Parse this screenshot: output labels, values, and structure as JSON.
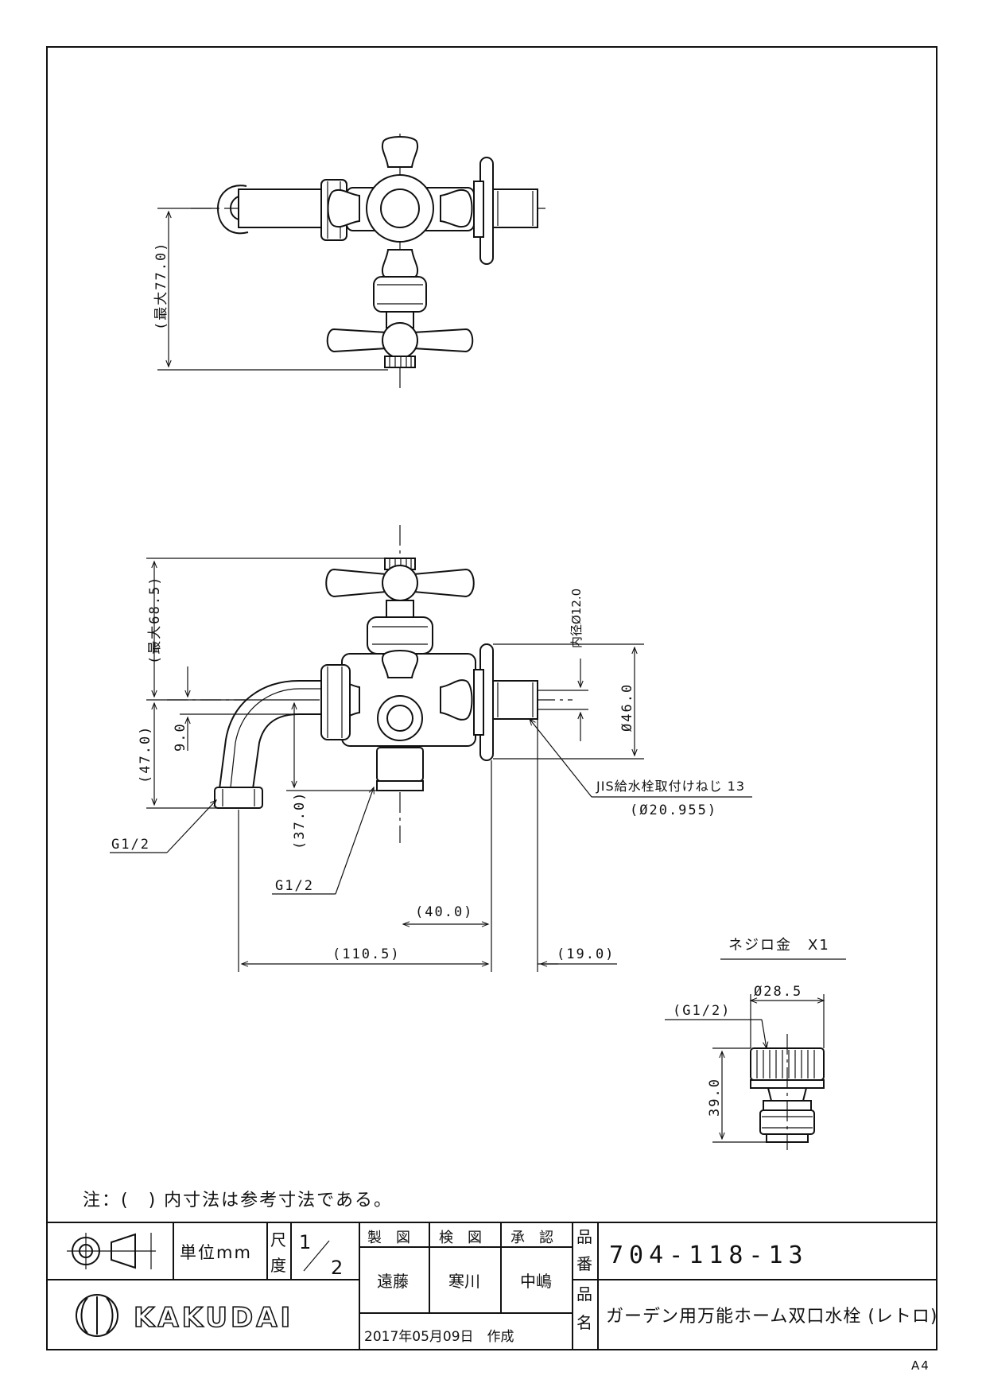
{
  "top_view": {
    "dim_max_height": "(最大77.0)"
  },
  "front_view": {
    "dim_max_height": "(最大68.5)",
    "dim_inner_dia": "内径Ø12.0",
    "dim_outer_dia": "Ø46.0",
    "dim_spout_height": "(47.0)",
    "dim_offset": "9.0",
    "dim_hose_height": "(37.0)",
    "label_thread_left": "G1/2",
    "label_thread_bottom": "G1/2",
    "label_jis": "JIS給水栓取付けねじ 13",
    "label_jis_dia": "(Ø20.955)",
    "dim_center_to_wall": "(40.0)",
    "dim_total_length": "(110.5)",
    "dim_wall_thread": "(19.0)"
  },
  "adapter": {
    "title": "ネジロ金　X1",
    "dim_dia": "Ø28.5",
    "thread": "(G1/2)",
    "dim_height": "39.0"
  },
  "note": "注：(　) 内寸法は参考寸法である。",
  "title_block": {
    "unit": "単位mm",
    "scale_label_1": "尺",
    "scale_label_2": "度",
    "scale_num": "1",
    "scale_den": "2",
    "hdr_drawn": "製　図",
    "hdr_checked": "検　図",
    "hdr_approved": "承　認",
    "drawn_by": "遠藤",
    "checked_by": "寒川",
    "approved_by": "中嶋",
    "date_created": "2017年05月09日　作成",
    "part_no_label_1": "品",
    "part_no_label_2": "番",
    "part_no": "704-118-13",
    "part_name_label_1": "品",
    "part_name_label_2": "名",
    "part_name": "ガーデン用万能ホーム双口水栓 (レトロ)",
    "logo_text": "KAKUDAI",
    "sheet_size": "A4"
  }
}
